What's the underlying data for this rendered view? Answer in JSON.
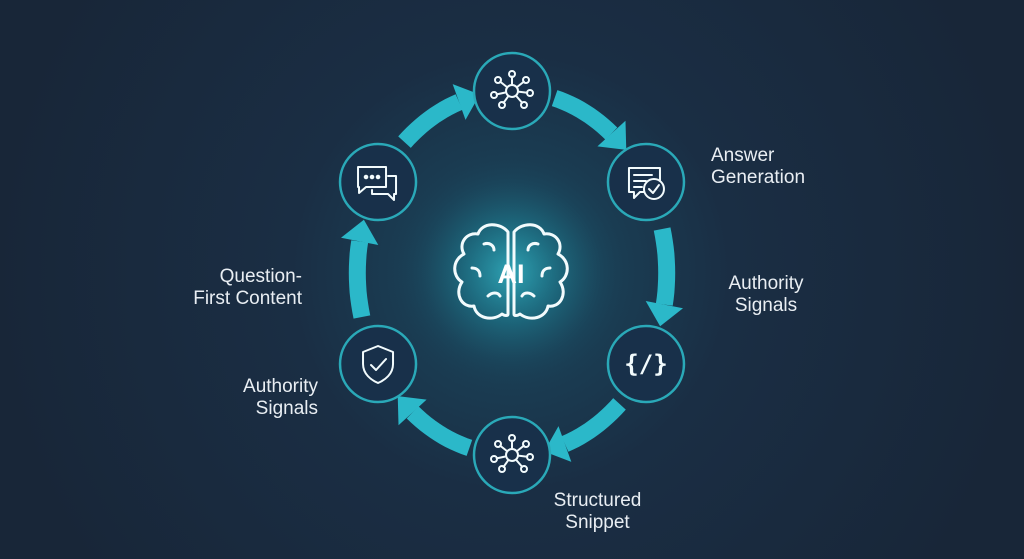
{
  "center": {
    "text": "AI",
    "icon": "brain-icon"
  },
  "nodes": [
    {
      "id": "top",
      "icon": "network-hub-icon"
    },
    {
      "id": "answer",
      "icon": "message-check-icon"
    },
    {
      "id": "code",
      "icon": "code-brackets-icon",
      "glyph": "{/}"
    },
    {
      "id": "bottom",
      "icon": "network-graph-icon"
    },
    {
      "id": "shield",
      "icon": "shield-check-icon"
    },
    {
      "id": "chat",
      "icon": "chat-bubbles-icon"
    }
  ],
  "labels": {
    "answer_generation": [
      "Answer",
      "Generation"
    ],
    "authority_signals_right": [
      "Authority",
      "Signals"
    ],
    "structured_snippet": [
      "Structured",
      "Snippet"
    ],
    "authority_signals_left": [
      "Authority",
      "Signals"
    ],
    "question_first": [
      "Question-",
      "First Content"
    ]
  },
  "colors": {
    "accent": "#2bb8c9",
    "ring": "#2aa9b8",
    "background": "#1a2b40",
    "text": "#e9eef3"
  }
}
